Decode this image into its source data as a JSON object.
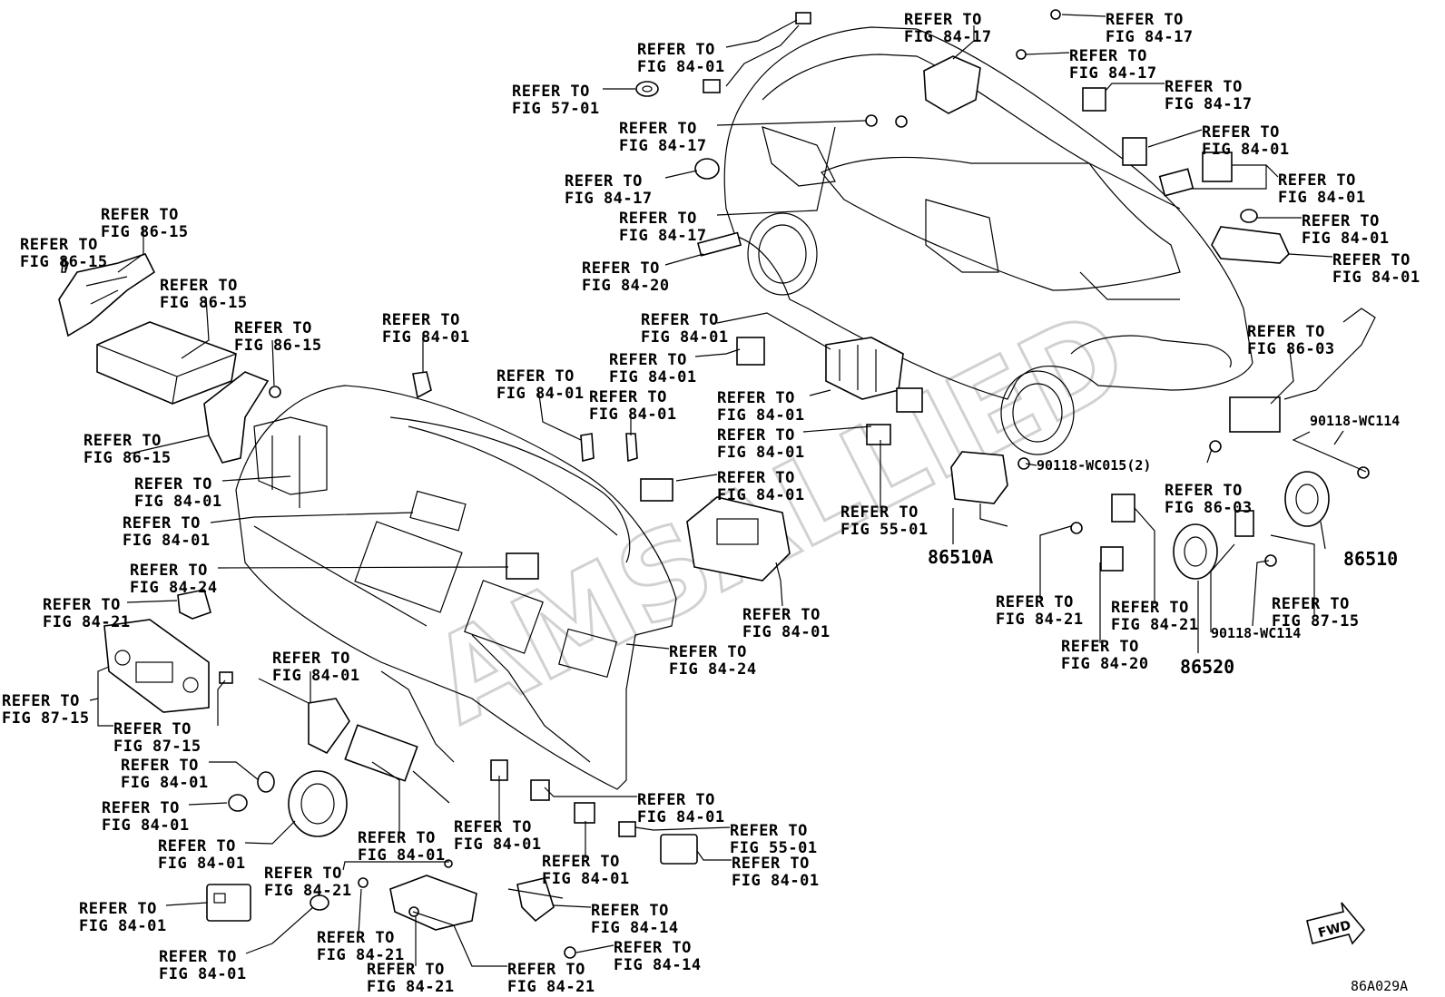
{
  "watermark": "AMSALLIED",
  "figure_code": "86A029A",
  "fwd_label": "FWD",
  "callouts": [
    {
      "line1": "REFER TO",
      "line2": "FIG 84-17"
    },
    {
      "line1": "REFER TO",
      "line2": "FIG 84-17"
    },
    {
      "line1": "REFER TO",
      "line2": "FIG 84-17"
    },
    {
      "line1": "REFER TO",
      "line2": "FIG 84-17"
    },
    {
      "line1": "REFER TO",
      "line2": "FIG 84-01"
    },
    {
      "line1": "REFER TO",
      "line2": "FIG 57-01"
    },
    {
      "line1": "REFER TO",
      "line2": "FIG 84-17"
    },
    {
      "line1": "REFER TO",
      "line2": "FIG 84-01"
    },
    {
      "line1": "REFER TO",
      "line2": "FIG 84-01"
    },
    {
      "line1": "REFER TO",
      "line2": "FIG 84-17"
    },
    {
      "line1": "REFER TO",
      "line2": "FIG 84-17"
    },
    {
      "line1": "REFER TO",
      "line2": "FIG 84-01"
    },
    {
      "line1": "REFER TO",
      "line2": "FIG 86-15"
    },
    {
      "line1": "REFER TO",
      "line2": "FIG 86-15"
    },
    {
      "line1": "REFER TO",
      "line2": "FIG 84-01"
    },
    {
      "line1": "REFER TO",
      "line2": "FIG 84-20"
    },
    {
      "line1": "REFER TO",
      "line2": "FIG 86-15"
    },
    {
      "line1": "REFER TO",
      "line2": "FIG 86-15"
    },
    {
      "line1": "REFER TO",
      "line2": "FIG 84-01"
    },
    {
      "line1": "REFER TO",
      "line2": "FIG 86-03"
    },
    {
      "line1": "REFER TO",
      "line2": "FIG 84-01"
    },
    {
      "line1": "REFER TO",
      "line2": "FIG 84-01"
    },
    {
      "line1": "REFER TO",
      "line2": "FIG 84-01"
    },
    {
      "line1": "REFER TO",
      "line2": "FIG 84-01"
    },
    {
      "line1": "REFER TO",
      "line2": "FIG 84-01"
    },
    {
      "line1": "REFER TO",
      "line2": "FIG 84-01"
    },
    {
      "line1": "REFER TO",
      "line2": "FIG 86-15"
    },
    {
      "line1": "REFER TO",
      "line2": "FIG 84-01"
    },
    {
      "line1": "REFER TO",
      "line2": "FIG 84-01"
    },
    {
      "line1": "REFER TO",
      "line2": "FIG 55-01"
    },
    {
      "line1": "REFER TO",
      "line2": "FIG 86-03"
    },
    {
      "line1": "REFER TO",
      "line2": "FIG 84-01"
    },
    {
      "line1": "REFER TO",
      "line2": "FIG 84-24"
    },
    {
      "line1": "REFER TO",
      "line2": "FIG 84-21"
    },
    {
      "line1": "REFER TO",
      "line2": "FIG 84-01"
    },
    {
      "line1": "REFER TO",
      "line2": "FIG 84-21"
    },
    {
      "line1": "REFER TO",
      "line2": "FIG 84-21"
    },
    {
      "line1": "REFER TO",
      "line2": "FIG 87-15"
    },
    {
      "line1": "REFER TO",
      "line2": "FIG 84-20"
    },
    {
      "line1": "REFER TO",
      "line2": "FIG 84-24"
    },
    {
      "line1": "REFER TO",
      "line2": "FIG 84-01"
    },
    {
      "line1": "REFER TO",
      "line2": "FIG 87-15"
    },
    {
      "line1": "REFER TO",
      "line2": "FIG 87-15"
    },
    {
      "line1": "REFER TO",
      "line2": "FIG 84-01"
    },
    {
      "line1": "REFER TO",
      "line2": "FIG 84-01"
    },
    {
      "line1": "REFER TO",
      "line2": "FIG 84-01"
    },
    {
      "line1": "REFER TO",
      "line2": "FIG 84-01"
    },
    {
      "line1": "REFER TO",
      "line2": "FIG 84-01"
    },
    {
      "line1": "REFER TO",
      "line2": "FIG 84-01"
    },
    {
      "line1": "REFER TO",
      "line2": "FIG 55-01"
    },
    {
      "line1": "REFER TO",
      "line2": "FIG 84-01"
    },
    {
      "line1": "REFER TO",
      "line2": "FIG 84-01"
    },
    {
      "line1": "REFER TO",
      "line2": "FIG 84-21"
    },
    {
      "line1": "REFER TO",
      "line2": "FIG 84-14"
    },
    {
      "line1": "REFER TO",
      "line2": "FIG 84-01"
    },
    {
      "line1": "REFER TO",
      "line2": "FIG 84-21"
    },
    {
      "line1": "REFER TO",
      "line2": "FIG 84-14"
    },
    {
      "line1": "REFER TO",
      "line2": "FIG 84-01"
    },
    {
      "line1": "REFER TO",
      "line2": "FIG 84-21"
    },
    {
      "line1": "REFER TO",
      "line2": "FIG 84-21"
    }
  ],
  "part_numbers": [
    "86510A",
    "86510",
    "86520"
  ],
  "fastener_codes": [
    "90118-WC015(2)",
    "90118-WC114",
    "90118-WC114"
  ]
}
